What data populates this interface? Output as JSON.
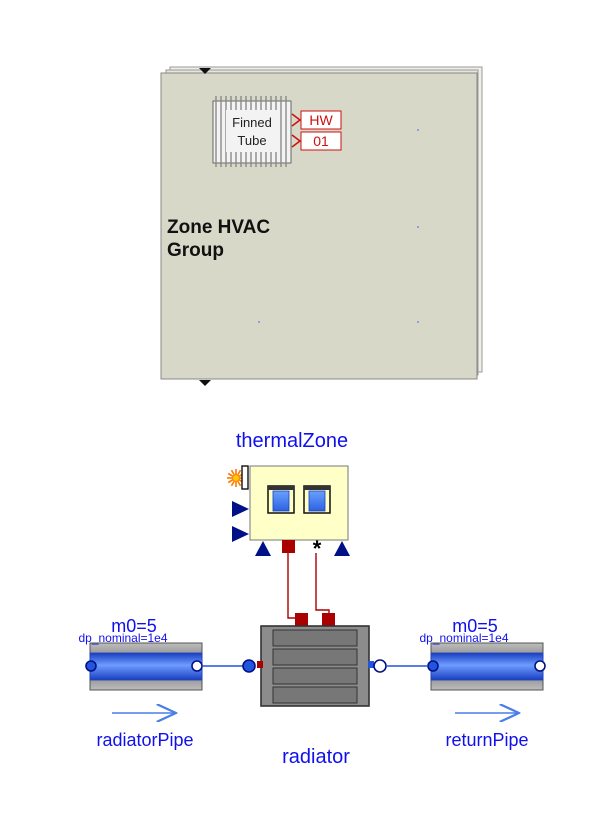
{
  "hvac_group": {
    "title_line1": "Zone HVAC",
    "title_line2": "Group",
    "finned_tube": {
      "line1": "Finned",
      "line2": "Tube"
    },
    "tags": [
      "HW",
      "01"
    ]
  },
  "thermal_zone": {
    "label": "thermalZone"
  },
  "radiator": {
    "label": "radiator"
  },
  "supply_pipe": {
    "label": "radiatorPipe",
    "param_m0": "m0=5",
    "param_dp": "dp_nominal=1e4"
  },
  "return_pipe": {
    "label": "returnPipe",
    "param_m0": "m0=5",
    "param_dp": "dp_nominal=1e4"
  },
  "symbols": {
    "star": "*"
  },
  "colors": {
    "group_fill": "#d8d8c8",
    "zone_fill": "#ffffc8",
    "pipe_blue": "#2255dd",
    "heat_red": "#aa0000",
    "port_navy": "#001188",
    "label_blue": "#1010ee",
    "tag_red": "#cc1111"
  }
}
